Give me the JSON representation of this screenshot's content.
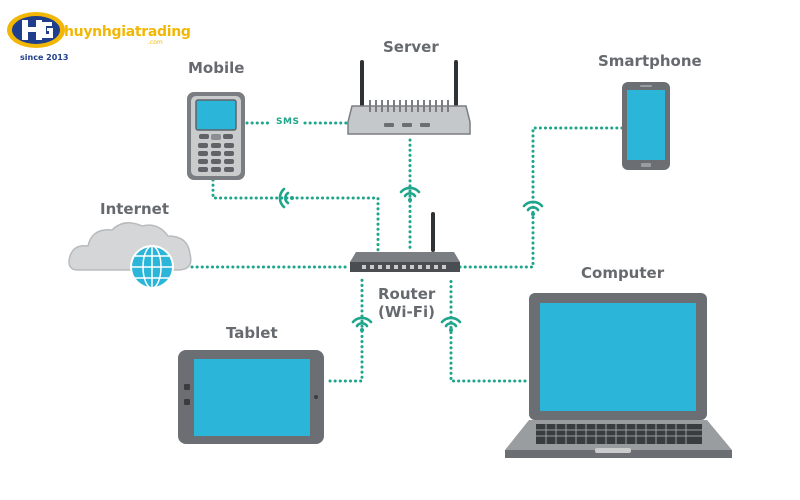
{
  "brand": {
    "name": "huynhgiatrading",
    "domain": ".com",
    "since": "since 2013",
    "colors": {
      "primary": "#1f3f8c",
      "accent": "#f2b705"
    }
  },
  "nodes": {
    "server": "Server",
    "mobile": "Mobile",
    "smartphone": "Smartphone",
    "internet": "Internet",
    "router_line1": "Router",
    "router_line2": "(Wi-Fi)",
    "tablet": "Tablet",
    "computer": "Computer"
  },
  "links": {
    "mobile_server": "SMS"
  },
  "colors": {
    "screen": "#2bb6d9",
    "link": "#1fa58b",
    "device_gray": "#6b6e72",
    "label": "#666a6e"
  }
}
